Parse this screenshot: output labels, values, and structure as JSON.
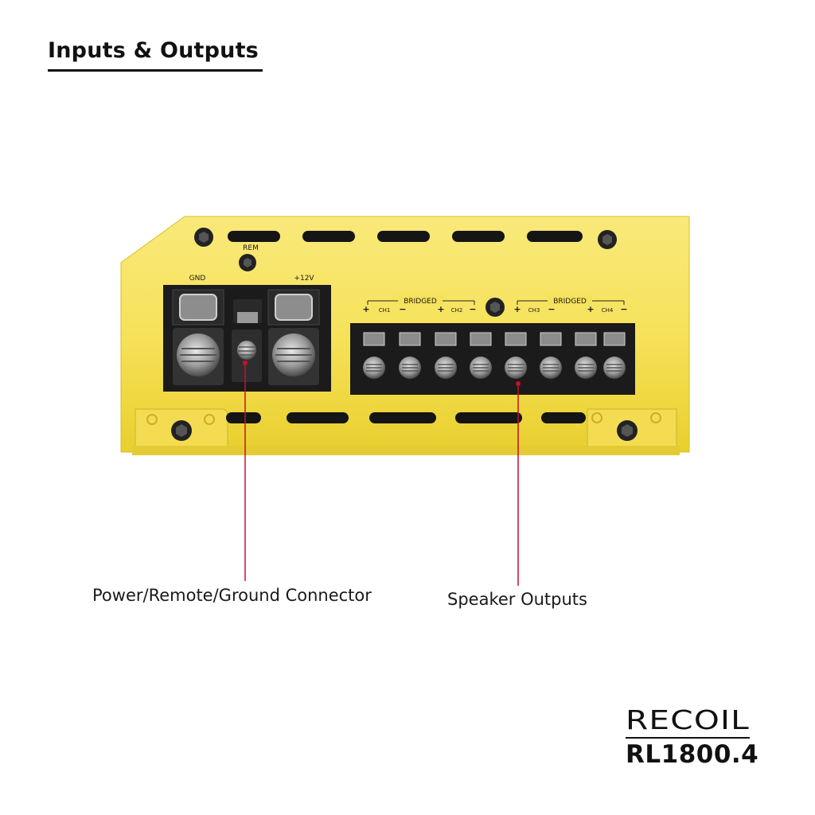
{
  "header": {
    "title": "Inputs & Outputs"
  },
  "amplifier": {
    "body_color": "#f5df4d",
    "terminal_color": "#1a1a1a",
    "power_terminal": {
      "labels": {
        "gnd": "GND",
        "rem": "REM",
        "plus12v": "+12V"
      }
    },
    "speaker_terminal": {
      "bridged_labels": [
        "BRIDGED",
        "BRIDGED"
      ],
      "channels": [
        "CH1",
        "CH2",
        "CH3",
        "CH4"
      ],
      "polarity": {
        "plus": "+",
        "minus": "−"
      }
    }
  },
  "callouts": {
    "accent_color": "#c8102e",
    "power": "Power/Remote/Ground Connector",
    "speaker": "Speaker Outputs"
  },
  "brand": {
    "logo_text": "RECOIL",
    "model": "RL1800.4"
  }
}
